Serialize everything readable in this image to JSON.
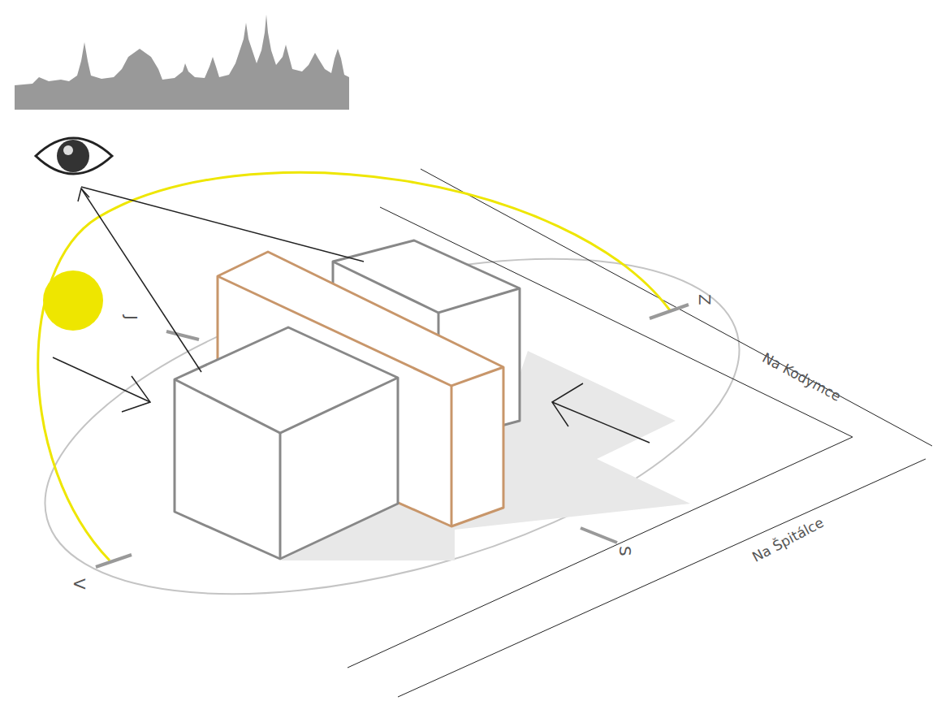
{
  "diagram": {
    "labels": [
      "J",
      "Z",
      "S",
      "V",
      "Na Kodymce",
      "Na Špitálce"
    ]
  }
}
